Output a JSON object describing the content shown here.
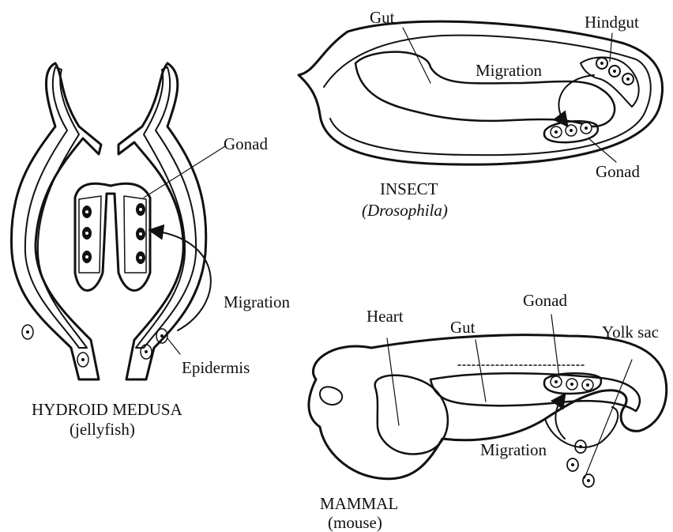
{
  "panels": {
    "hydroid": {
      "title": "HYDROID MEDUSA",
      "subtitle": "(jellyfish)",
      "labels": {
        "gonad": "Gonad",
        "migration": "Migration",
        "epidermis": "Epidermis"
      }
    },
    "insect": {
      "title": "INSECT",
      "subtitle": "(Drosophila)",
      "labels": {
        "gut": "Gut",
        "hindgut": "Hindgut",
        "migration": "Migration",
        "gonad": "Gonad"
      }
    },
    "mammal": {
      "title": "MAMMAL",
      "subtitle": "(mouse)",
      "labels": {
        "heart": "Heart",
        "gut": "Gut",
        "gonad": "Gonad",
        "yolk_sac": "Yolk sac",
        "migration": "Migration"
      }
    }
  },
  "colors": {
    "ink": "#111111",
    "background": "#ffffff"
  }
}
